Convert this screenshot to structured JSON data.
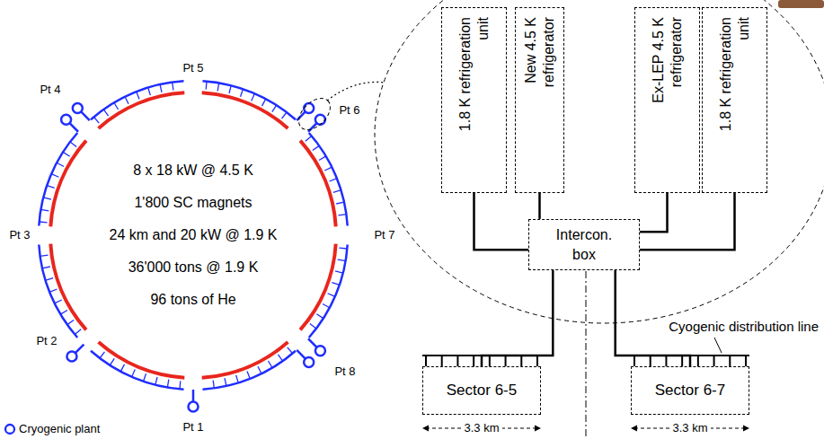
{
  "diagram": {
    "nodes": [
      {
        "text": [
          "8 x 18 kW @ 4.5 K",
          "1'800 SC magnets",
          "24 km and 20 kW @ 1.9 K",
          "36'000 tons @ 1.9 K",
          "96 tons of He"
        ]
      },
      {
        "text": [
          "1.8 K refrigeration unit"
        ]
      },
      {
        "text": [
          "New 4.5 K refrigerator"
        ]
      },
      {
        "text": [
          "Ex-LEP 4.5 K refrigerator"
        ]
      },
      {
        "text": [
          "1.8 K refrigeration unit"
        ]
      },
      {
        "text": [
          "Intercon. box"
        ]
      },
      {
        "text": [
          "Sector 6-5"
        ]
      },
      {
        "text": [
          "Sector 6-7"
        ]
      }
    ],
    "edges": [
      {
        "from": 1,
        "to": 5,
        "arrow": "none"
      },
      {
        "from": 2,
        "to": 5,
        "arrow": "none"
      },
      {
        "from": 3,
        "to": 5,
        "arrow": "none"
      },
      {
        "from": 4,
        "to": 5,
        "arrow": "none"
      },
      {
        "from": 5,
        "to": 6,
        "arrow": "none"
      },
      {
        "from": 5,
        "to": 7,
        "arrow": "none"
      }
    ],
    "labels": [
      "Pt 5",
      "Pt 4",
      "Pt 6",
      "Pt 3",
      "Pt 7",
      "Pt 2",
      "Pt 8",
      "Pt 1",
      "Cyogenic distribution line",
      "3.3 km",
      "3.3 km"
    ],
    "legend": [
      {
        "text": "Cryogenic plant"
      }
    ]
  }
}
